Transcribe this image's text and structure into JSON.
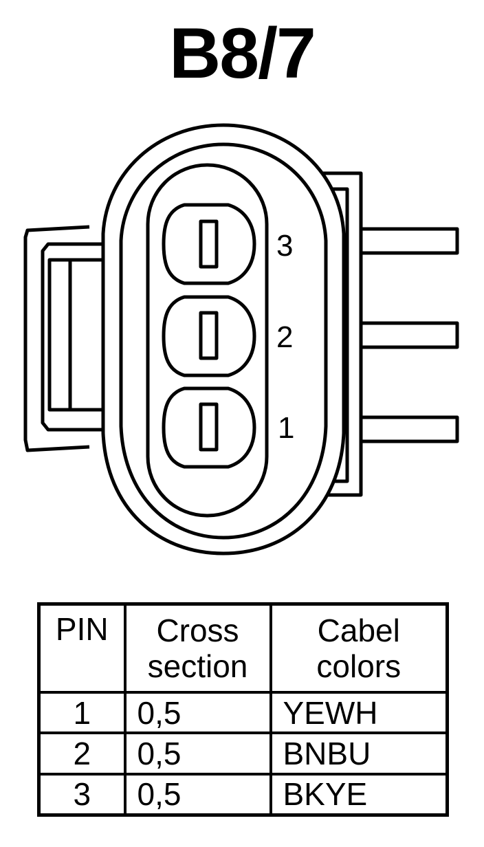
{
  "title": "B8/7",
  "connector": {
    "pin_labels": [
      "3",
      "2",
      "1"
    ]
  },
  "table": {
    "headers": {
      "pin": "PIN",
      "cross_section": [
        "Cross",
        "section"
      ],
      "cable_colors": [
        "Cabel",
        "colors"
      ]
    },
    "rows": [
      {
        "pin": "1",
        "cross_section": "0,5",
        "color": "YEWH"
      },
      {
        "pin": "2",
        "cross_section": "0,5",
        "color": "BNBU"
      },
      {
        "pin": "3",
        "cross_section": "0,5",
        "color": "BKYE"
      }
    ]
  }
}
